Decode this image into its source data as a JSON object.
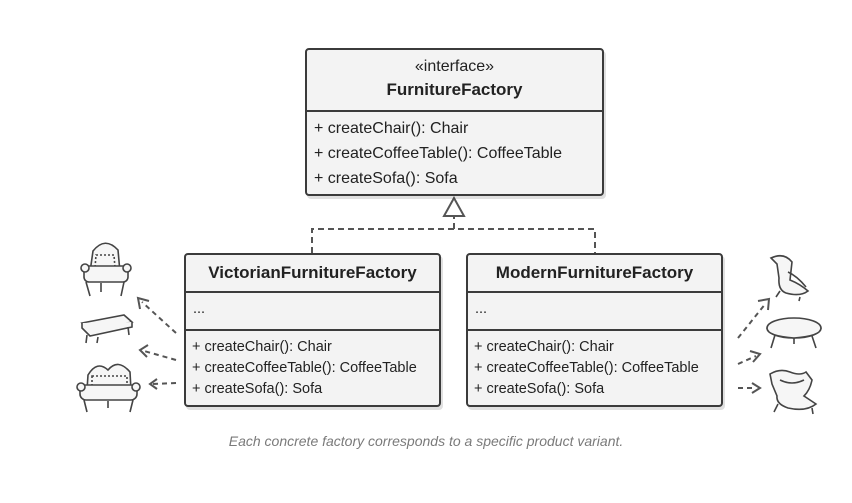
{
  "interface_box": {
    "stereotype": "«interface»",
    "name": "FurnitureFactory",
    "methods": [
      "+ createChair(): Chair",
      "+ createCoffeeTable(): CoffeeTable",
      "+ createSofa(): Sofa"
    ]
  },
  "victorian_box": {
    "name": "VictorianFurnitureFactory",
    "fields": "...",
    "methods": [
      "+ createChair(): Chair",
      "+ createCoffeeTable(): CoffeeTable",
      "+ createSofa(): Sofa"
    ]
  },
  "modern_box": {
    "name": "ModernFurnitureFactory",
    "fields": "...",
    "methods": [
      "+ createChair(): Chair",
      "+ createCoffeeTable(): CoffeeTable",
      "+ createSofa(): Sofa"
    ]
  },
  "caption": "Each concrete factory corresponds to a specific product variant.",
  "icons": {
    "victorian": [
      "victorian-armchair-icon",
      "victorian-coffee-table-icon",
      "victorian-sofa-icon"
    ],
    "modern": [
      "modern-chair-icon",
      "modern-coffee-table-icon",
      "modern-sofa-icon"
    ]
  },
  "colors": {
    "box_fill": "#f3f3f3",
    "border": "#3b3b3b",
    "caption": "#7a7a7a"
  }
}
